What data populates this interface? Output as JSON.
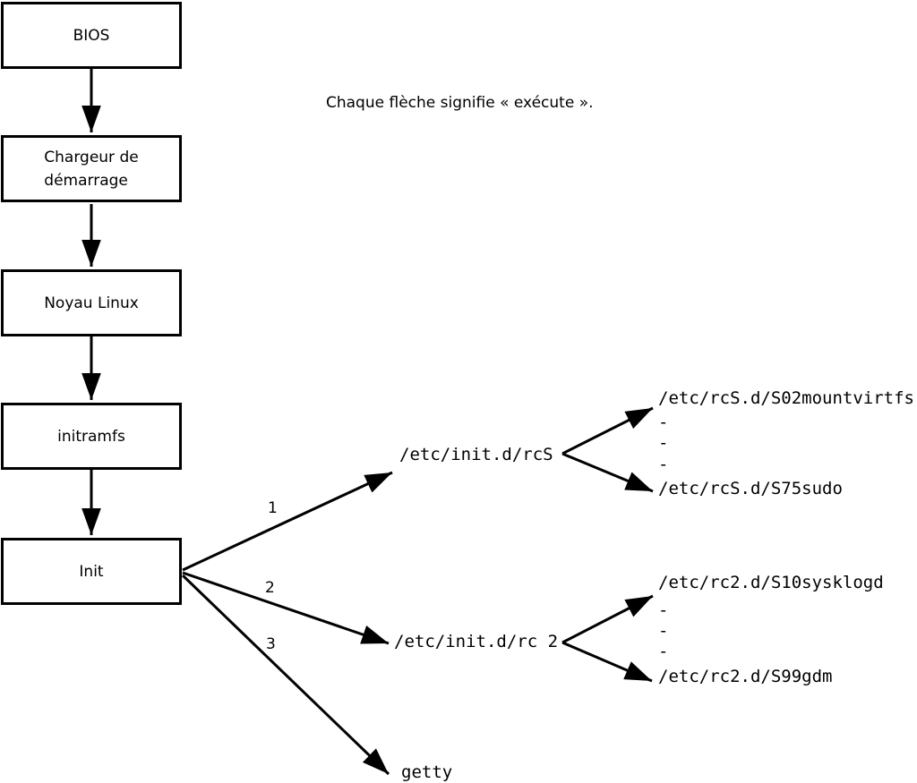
{
  "colors": {
    "line": "#000000",
    "background": "#ffffff",
    "text": "#000000"
  },
  "note": "Chaque flèche signifie « exécute ».",
  "flow_boxes": [
    {
      "label": "BIOS"
    },
    {
      "label": "Chargeur de\ndémarrage"
    },
    {
      "label": "Noyau Linux"
    },
    {
      "label": "initramfs"
    },
    {
      "label": "Init"
    }
  ],
  "init_branches": [
    {
      "number": "1",
      "target": "/etc/init.d/rcS"
    },
    {
      "number": "2",
      "target": "/etc/init.d/rc 2"
    },
    {
      "number": "3",
      "target": "getty"
    }
  ],
  "rcS_scripts": {
    "first": "/etc/rcS.d/S02mountvirtfs",
    "ellipsis": [
      "-",
      "-",
      "-"
    ],
    "last": "/etc/rcS.d/S75sudo"
  },
  "rc2_scripts": {
    "first": "/etc/rc2.d/S10sysklogd",
    "ellipsis": [
      "-",
      "-",
      "-"
    ],
    "last": "/etc/rc2.d/S99gdm"
  }
}
